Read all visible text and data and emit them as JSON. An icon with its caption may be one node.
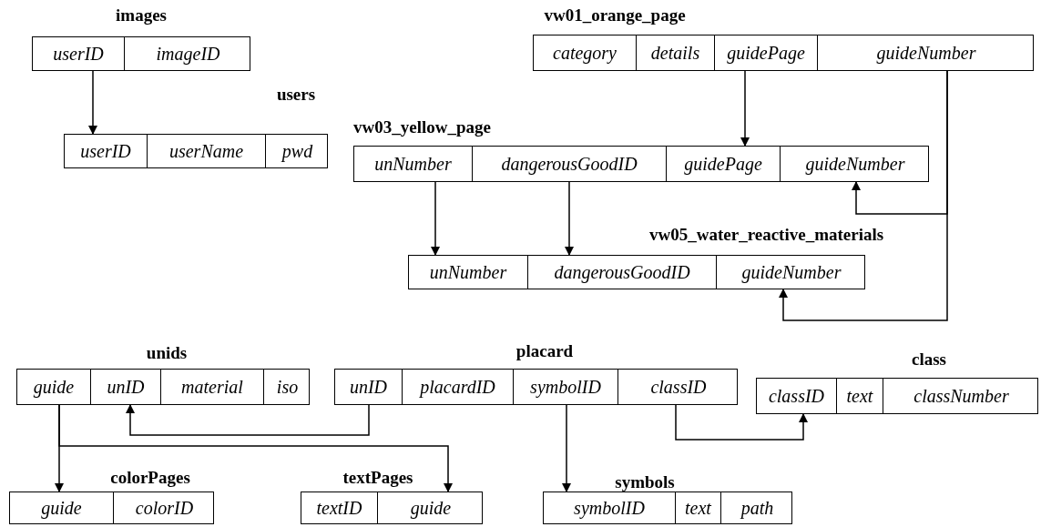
{
  "diagram": {
    "nodes": [
      {
        "text": [
          "images"
        ]
      },
      {
        "text": [
          "userID"
        ],
        "in": 0
      },
      {
        "text": [
          "imageID"
        ],
        "in": 0
      },
      {
        "text": [
          "vw01_orange_page"
        ]
      },
      {
        "text": [
          "category"
        ],
        "in": 3
      },
      {
        "text": [
          "details"
        ],
        "in": 3
      },
      {
        "text": [
          "guidePage"
        ],
        "in": 3
      },
      {
        "text": [
          "guideNumber"
        ],
        "in": 3
      },
      {
        "text": [
          "users"
        ]
      },
      {
        "text": [
          "userID"
        ],
        "in": 8
      },
      {
        "text": [
          "userName"
        ],
        "in": 8
      },
      {
        "text": [
          "pwd"
        ],
        "in": 8
      },
      {
        "text": [
          "vw03_yellow_page"
        ]
      },
      {
        "text": [
          "unNumber"
        ],
        "in": 12
      },
      {
        "text": [
          "dangerousGoodID"
        ],
        "in": 12
      },
      {
        "text": [
          "guidePage"
        ],
        "in": 12
      },
      {
        "text": [
          "guideNumber"
        ],
        "in": 12
      },
      {
        "text": [
          "vw05_water_reactive_materials"
        ]
      },
      {
        "text": [
          "unNumber"
        ],
        "in": 17
      },
      {
        "text": [
          "dangerousGoodID"
        ],
        "in": 17
      },
      {
        "text": [
          "guideNumber"
        ],
        "in": 17
      },
      {
        "text": [
          "unids"
        ]
      },
      {
        "text": [
          "guide"
        ],
        "in": 21
      },
      {
        "text": [
          "unID"
        ],
        "in": 21
      },
      {
        "text": [
          "material"
        ],
        "in": 21
      },
      {
        "text": [
          "iso"
        ],
        "in": 21
      },
      {
        "text": [
          "placard"
        ]
      },
      {
        "text": [
          "unID"
        ],
        "in": 26
      },
      {
        "text": [
          "placardID"
        ],
        "in": 26
      },
      {
        "text": [
          "symbolID"
        ],
        "in": 26
      },
      {
        "text": [
          "classID"
        ],
        "in": 26
      },
      {
        "text": [
          "class"
        ]
      },
      {
        "text": [
          "classID"
        ],
        "in": 31
      },
      {
        "text": [
          "text"
        ],
        "in": 31
      },
      {
        "text": [
          "classNumber"
        ],
        "in": 31
      },
      {
        "text": [
          "colorPages"
        ]
      },
      {
        "text": [
          "guide"
        ],
        "in": 35
      },
      {
        "text": [
          "colorID"
        ],
        "in": 35
      },
      {
        "text": [
          "textPages"
        ]
      },
      {
        "text": [
          "textID"
        ],
        "in": 38
      },
      {
        "text": [
          "guide"
        ],
        "in": 38
      },
      {
        "text": [
          "symbols"
        ]
      },
      {
        "text": [
          "symbolID"
        ],
        "in": 41
      },
      {
        "text": [
          "text"
        ],
        "in": 41
      },
      {
        "text": [
          "path"
        ],
        "in": 41
      }
    ],
    "edges": [
      {
        "from": 1,
        "to": 9,
        "arrow": "to"
      },
      {
        "from": 6,
        "to": 15,
        "arrow": "to"
      },
      {
        "from": 7,
        "to": 16,
        "arrow": "to"
      },
      {
        "from": 7,
        "to": 20,
        "arrow": "to"
      },
      {
        "from": 13,
        "to": 18,
        "arrow": "to"
      },
      {
        "from": 14,
        "to": 19,
        "arrow": "to"
      },
      {
        "from": 27,
        "to": 23,
        "arrow": "to"
      },
      {
        "from": 22,
        "to": 36,
        "arrow": "to"
      },
      {
        "from": 22,
        "to": 40,
        "arrow": "to"
      },
      {
        "from": 29,
        "to": 42,
        "arrow": "to"
      },
      {
        "from": 30,
        "to": 32,
        "arrow": "to"
      }
    ]
  }
}
